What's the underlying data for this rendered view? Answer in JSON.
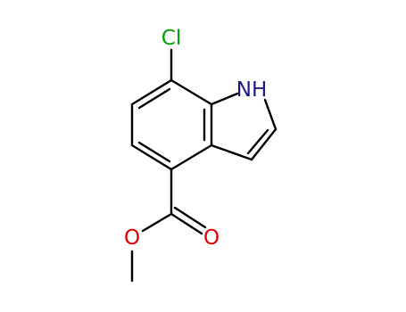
{
  "molecule": {
    "atoms": {
      "chlorine": {
        "label": "Cl",
        "color": "#00a000"
      },
      "nitrogen": {
        "label": "NH",
        "color": "#1a1a7e"
      },
      "carbonyl_oxygen": {
        "label": "O",
        "color": "#e00000"
      },
      "ester_oxygen": {
        "label": "O",
        "color": "#e00000"
      }
    },
    "bond_color": "#000000"
  }
}
